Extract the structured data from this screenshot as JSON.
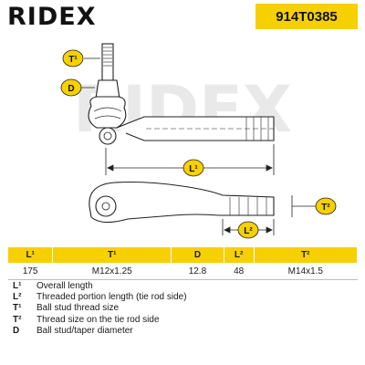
{
  "header": {
    "logo_text": "RIDEX",
    "part_number": "914T0385",
    "accent_color": "#f6d000"
  },
  "labels": {
    "t1": "T¹",
    "d": "D",
    "l1": "L¹",
    "t2": "T²",
    "l2": "L²"
  },
  "watermark": "RIDEX",
  "table": {
    "headers": [
      "L¹",
      "T¹",
      "D",
      "L²",
      "T²"
    ],
    "values": [
      "175",
      "M12x1.25",
      "12.8",
      "48",
      "M14x1.5"
    ]
  },
  "legend": [
    {
      "symbol": "L¹",
      "text": "Overall length"
    },
    {
      "symbol": "L²",
      "text": "Threaded portion length (tie rod side)"
    },
    {
      "symbol": "T¹",
      "text": "Ball stud thread size"
    },
    {
      "symbol": "T²",
      "text": "Thread size on the tie rod side"
    },
    {
      "symbol": "D",
      "text": "Ball stud/taper diameter"
    }
  ]
}
